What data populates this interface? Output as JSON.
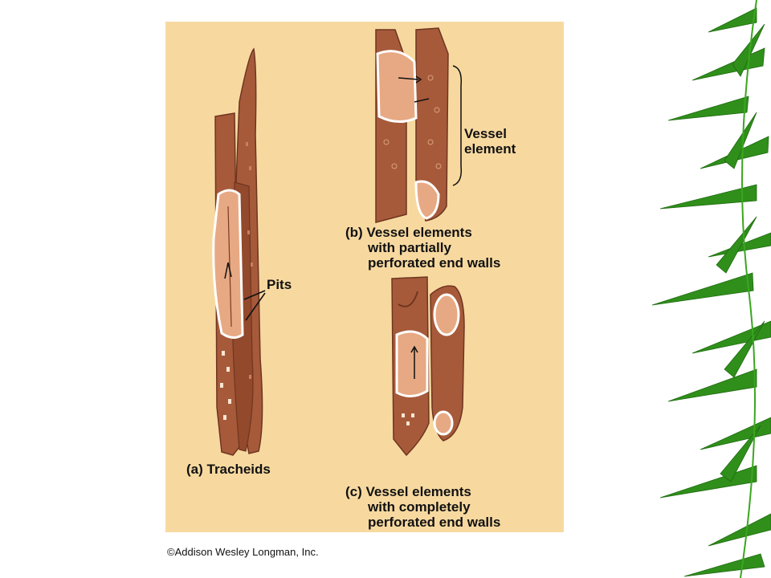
{
  "slide": {
    "labels": {
      "tracheids": "(a) Tracheids",
      "pits": "Pits",
      "vessel_element_1": "Vessel",
      "vessel_element_2": "element",
      "b_1": "(b) Vessel elements",
      "b_2": "with partially",
      "b_3": "perforated end walls",
      "c_1": "(c) Vessel elements",
      "c_2": "with completely",
      "c_3": "perforated end walls"
    },
    "credit": "©Addison Wesley Longman, Inc.",
    "colors": {
      "panel_bg": "#f7d9a0",
      "cell_wall": "#a65a3a",
      "cell_dark": "#7a3a22",
      "cell_light": "#e7a983",
      "bamboo_leaf": "#2f8f1a"
    },
    "icons": [
      "bamboo-decoration-icon"
    ]
  }
}
